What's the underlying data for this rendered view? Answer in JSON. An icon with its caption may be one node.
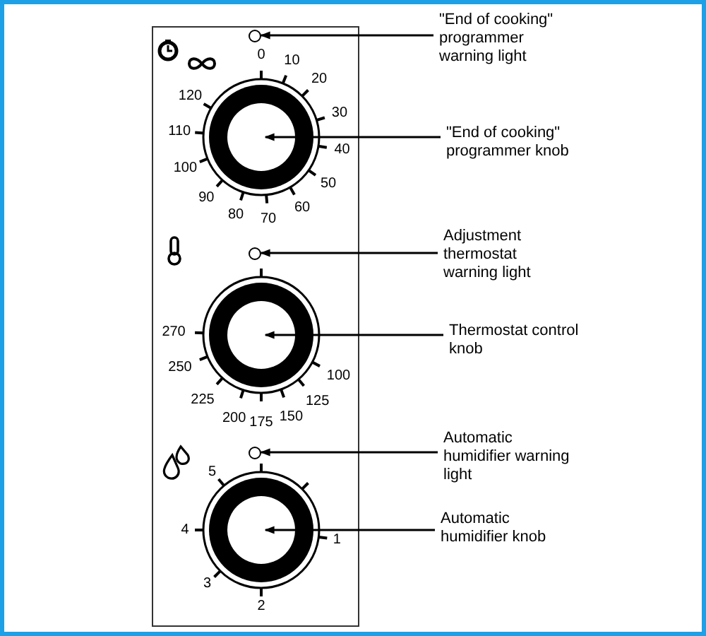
{
  "diagram": {
    "nodes": [
      {
        "text": [],
        "shape": "circle"
      },
      {
        "text": [
          "\"End of cooking\" programmer warning light"
        ]
      },
      {
        "text": [],
        "shape": "circle",
        "beside": [
          "0",
          "10",
          "20",
          "30",
          "40",
          "50",
          "60",
          "70",
          "80",
          "90",
          "100",
          "110",
          "120"
        ]
      },
      {
        "text": [
          "\"End of cooking\" programmer knob"
        ]
      },
      {
        "text": [],
        "shape": "circle"
      },
      {
        "text": [
          "Adjustment thermostat warning light"
        ]
      },
      {
        "text": [],
        "shape": "circle",
        "beside": [
          "270",
          "250",
          "225",
          "200",
          "175",
          "150",
          "125",
          "100"
        ]
      },
      {
        "text": [
          "Thermostat control knob"
        ]
      },
      {
        "text": [],
        "shape": "circle"
      },
      {
        "text": [
          "Automatic humidifier warning light"
        ]
      },
      {
        "text": [],
        "shape": "circle",
        "beside": [
          "5",
          "4",
          "3",
          "2",
          "1"
        ]
      },
      {
        "text": [
          "Automatic humidifier knob"
        ]
      }
    ],
    "edges": [
      {
        "from": 1,
        "to": 0,
        "arrow": "to"
      },
      {
        "from": 3,
        "to": 2,
        "arrow": "to"
      },
      {
        "from": 5,
        "to": 4,
        "arrow": "to"
      },
      {
        "from": 7,
        "to": 6,
        "arrow": "to"
      },
      {
        "from": 9,
        "to": 8,
        "arrow": "to"
      },
      {
        "from": 11,
        "to": 10,
        "arrow": "to"
      }
    ]
  }
}
